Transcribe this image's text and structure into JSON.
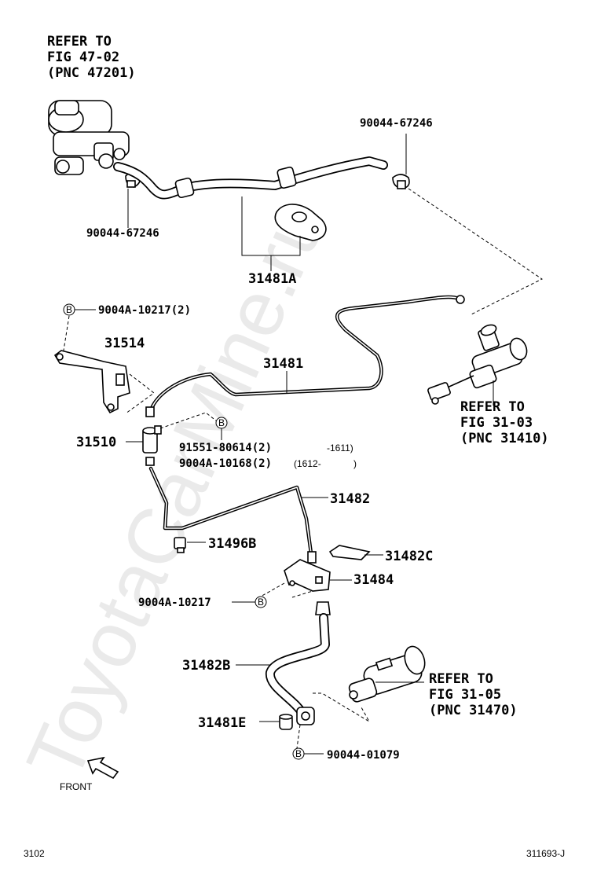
{
  "watermark": "ToyotaCarMine.ru",
  "refs": {
    "master_cyl": [
      "REFER TO",
      "FIG 47-02",
      "(PNC 47201)"
    ],
    "clutch_master": [
      "REFER TO",
      "FIG 31-03",
      "(PNC 31410)"
    ],
    "release_cyl": [
      "REFER TO",
      "FIG 31-05",
      "(PNC 31470)"
    ]
  },
  "labels": {
    "clamp_top_right": "90044-67246",
    "clamp_left": "90044-67246",
    "hose_31481A": "31481A",
    "bolt_bracket": "9004A-10217(2)",
    "bracket_31514": "31514",
    "tube_31481": "31481",
    "union_31510": "31510",
    "bolt_91551": "91551-80614(2)",
    "bolt_9004A_10168": "9004A-10168(2)",
    "date_1611": "-1611)",
    "date_1612": "(1612-",
    "date_close": ")",
    "tube_31482": "31482",
    "clip_31496B": "31496B",
    "clip_31482C": "31482C",
    "bracket_31484": "31484",
    "bolt_lower": "9004A-10217",
    "hose_31482B": "31482B",
    "grommet_31481E": "31481E",
    "bolt_90044_01079": "90044-01079",
    "b_marker": "B"
  },
  "front_label": "FRONT",
  "footer": {
    "left": "3102",
    "right": "311693-J"
  }
}
